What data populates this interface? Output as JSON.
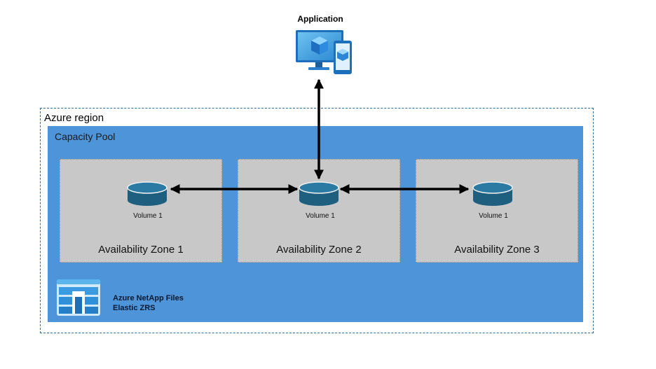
{
  "application": {
    "label": "Application",
    "icon": "monitor-tablet-icon"
  },
  "region": {
    "label": "Azure region"
  },
  "pool": {
    "label": "Capacity Pool"
  },
  "zones": [
    {
      "label": "Availability Zone 1",
      "volume": "Volume 1"
    },
    {
      "label": "Availability Zone 2",
      "volume": "Volume 1"
    },
    {
      "label": "Availability Zone 3",
      "volume": "Volume 1"
    }
  ],
  "service": {
    "line1": "Azure NetApp Files",
    "line2": "Elastic ZRS",
    "icon": "netapp-files-icon"
  },
  "colors": {
    "pool_blue": "#4d94d8",
    "zone_grey": "#c8c8c8",
    "disk_teal": "#1e5f80",
    "region_border": "#2f6f9f"
  }
}
